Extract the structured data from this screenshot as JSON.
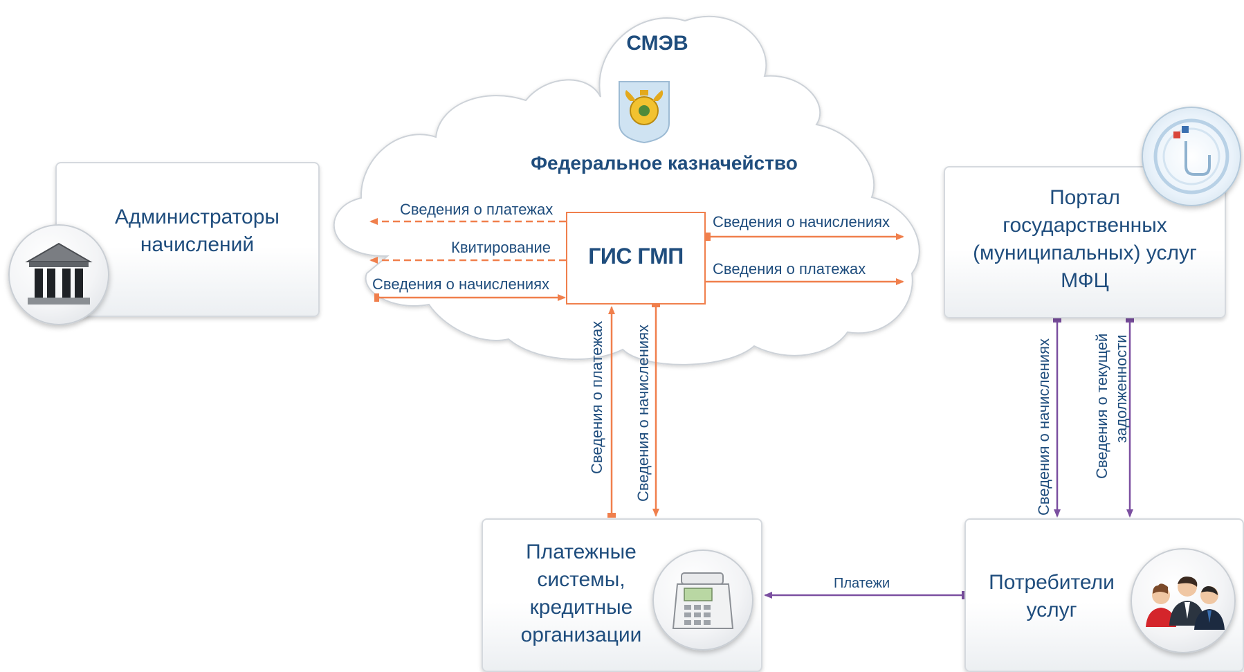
{
  "cloud": {
    "title": "СМЭВ",
    "agency": "Федеральное казначейство",
    "emblem_icon": "treasury-eagle-emblem"
  },
  "center": {
    "label": "ГИС ГМП"
  },
  "nodes": {
    "administrators": {
      "line1": "Администраторы",
      "line2": "начислений",
      "icon": "bank-building-icon"
    },
    "portal": {
      "line1": "Портал",
      "line2": "государственных",
      "line3": "(муниципальных) услуг",
      "line4": "МФЦ",
      "icon": "touch-hand-icon"
    },
    "payment_systems": {
      "line1": "Платежные",
      "line2": "системы,",
      "line3": "кредитные",
      "line4": "организации",
      "icon": "payment-terminal-icon"
    },
    "consumers": {
      "line1": "Потребители",
      "line2": "услуг",
      "icon": "people-group-icon"
    }
  },
  "flows": {
    "to_admins_payments": "Сведения о платежах",
    "to_admins_receipt": "Квитирование",
    "from_admins_charges": "Сведения о начислениях",
    "to_portal_charges": "Сведения о начислениях",
    "to_portal_payments": "Сведения о платежах",
    "pay_up_payments": "Сведения о платежах",
    "pay_down_charges": "Сведения о начислениях",
    "portal_down_charges": "Сведения о начислениях",
    "portal_down_debt_1": "Сведения о текущей",
    "portal_down_debt_2": "задолженности",
    "payments": "Платежи"
  },
  "colors": {
    "orange": "#f07f4c",
    "purple": "#7b4fa0",
    "title": "#1f4d7d"
  }
}
